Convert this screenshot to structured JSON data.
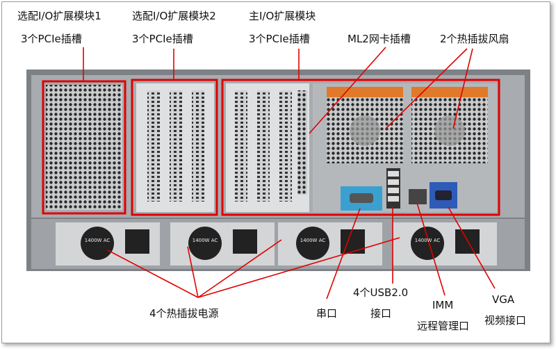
{
  "labels": {
    "io1_title": "选配I/O扩展模块1",
    "io1_slots": "3个PCIe插槽",
    "io2_title": "选配I/O扩展模块2",
    "io2_slots": "3个PCIe插槽",
    "main_title": "主I/O扩展模块",
    "main_slots": "3个PCIe插槽",
    "ml2": "ML2网卡插槽",
    "fans": "2个热插拔风扇",
    "psu": "4个热插拔电源",
    "serial": "串口",
    "usb_1": "4个USB2.0",
    "usb_2": "接口",
    "imm_1": "IMM",
    "imm_2": "远程管理口",
    "vga_1": "VGA",
    "vga_2": "视频接口"
  },
  "psu_rating": "1400W AC",
  "colors": {
    "annotation": "#e00000",
    "chassis": "#8c8f94"
  }
}
